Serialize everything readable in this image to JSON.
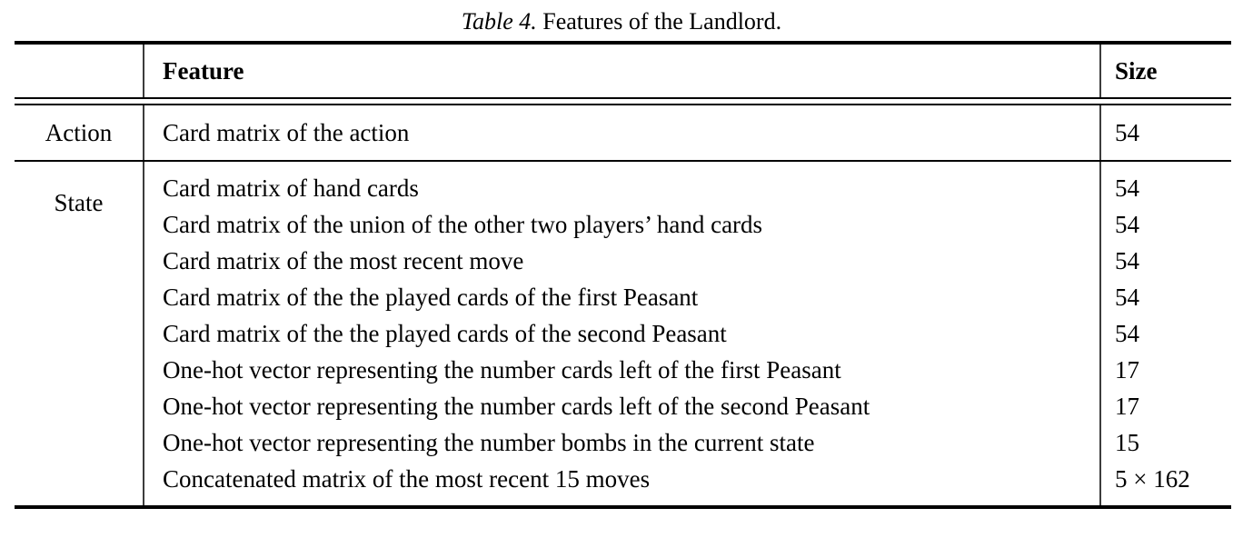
{
  "caption": {
    "number": "Table 4.",
    "title": "Features of the Landlord."
  },
  "table": {
    "columns": {
      "group_header": "",
      "feature_header": "Feature",
      "size_header": "Size"
    },
    "sections": [
      {
        "group": "Action",
        "rows": [
          {
            "feature": "Card matrix of the action",
            "size": "54"
          }
        ]
      },
      {
        "group": "State",
        "rows": [
          {
            "feature": "Card matrix of hand cards",
            "size": "54"
          },
          {
            "feature": "Card matrix of the union of the other two players’ hand cards",
            "size": "54"
          },
          {
            "feature": "Card matrix of the most recent move",
            "size": "54"
          },
          {
            "feature": "Card matrix of the the played cards of the first Peasant",
            "size": "54"
          },
          {
            "feature": "Card matrix of the the played cards of the second Peasant",
            "size": "54"
          },
          {
            "feature": "One-hot vector representing the number cards left of the first Peasant",
            "size": "17"
          },
          {
            "feature": "One-hot vector representing the number cards left of the second Peasant",
            "size": "17"
          },
          {
            "feature": "One-hot vector representing the number bombs in the current state",
            "size": "15"
          },
          {
            "feature": "Concatenated matrix of the most recent 15 moves",
            "size": "5 × 162"
          }
        ]
      }
    ]
  }
}
